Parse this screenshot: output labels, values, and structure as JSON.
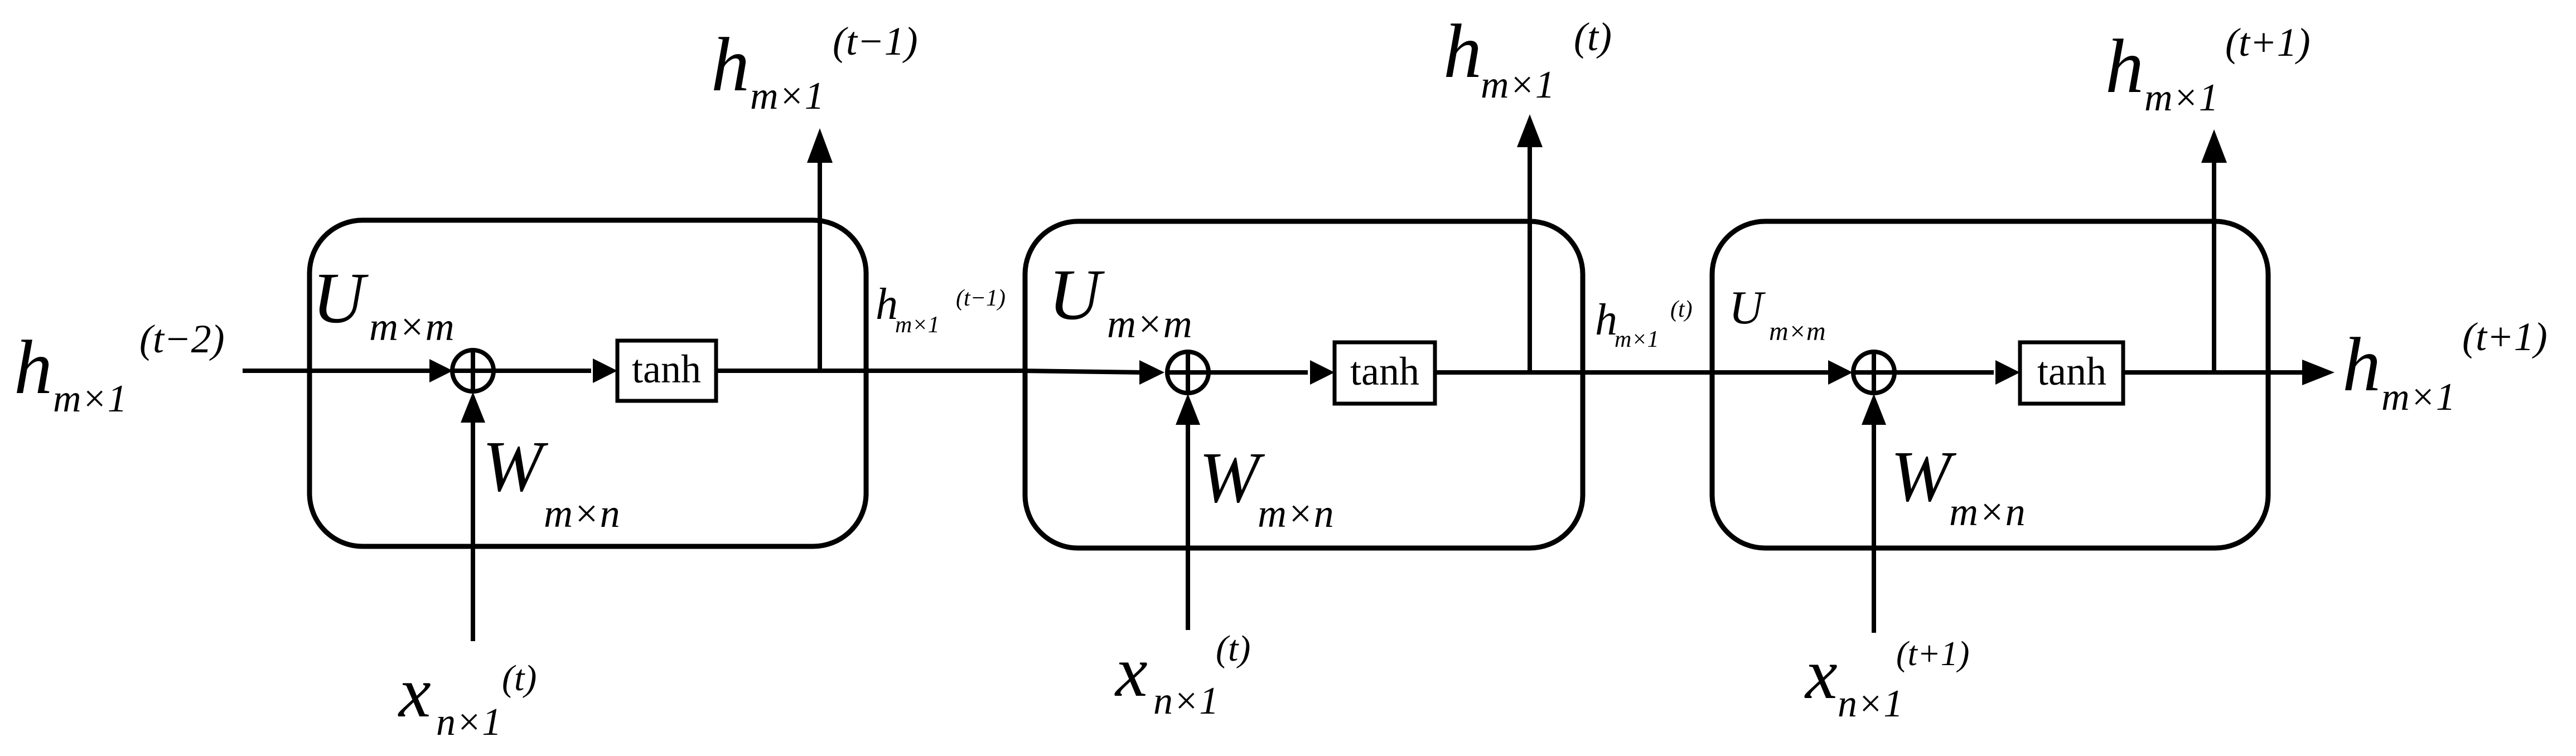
{
  "cells": [
    {
      "u_label": {
        "base": "U",
        "sub": "m×m"
      },
      "w_label": {
        "base": "W",
        "sub": "m×n"
      },
      "activation": "tanh",
      "hidden_out": {
        "base": "h",
        "sub": "m×1",
        "sup": "(t−1)"
      },
      "input": {
        "base": "x",
        "sub": "n×1",
        "sup": "(t)"
      }
    },
    {
      "u_label": {
        "base": "U",
        "sub": "m×m"
      },
      "w_label": {
        "base": "W",
        "sub": "m×n"
      },
      "activation": "tanh",
      "hidden_out": {
        "base": "h",
        "sub": "m×1",
        "sup": "(t)"
      },
      "input": {
        "base": "x",
        "sub": "n×1",
        "sup": "(t)"
      }
    },
    {
      "u_label": {
        "base": "U",
        "sub": "m×m"
      },
      "w_label": {
        "base": "W",
        "sub": "m×n"
      },
      "activation": "tanh",
      "hidden_out": {
        "base": "h",
        "sub": "m×1",
        "sup": "(t+1)"
      },
      "input": {
        "base": "x",
        "sub": "n×1",
        "sup": "(t+1)"
      }
    }
  ],
  "h_in": {
    "base": "h",
    "sub": "m×1",
    "sup": "(t−2)"
  },
  "h_out_right": {
    "base": "h",
    "sub": "m×1",
    "sup": "(t+1)"
  },
  "transfer_labels": [
    {
      "base": "h",
      "sub": "m×1",
      "sup": "(t−1)"
    },
    {
      "base": "h",
      "sub": "m×1",
      "sup": "(t)"
    }
  ]
}
